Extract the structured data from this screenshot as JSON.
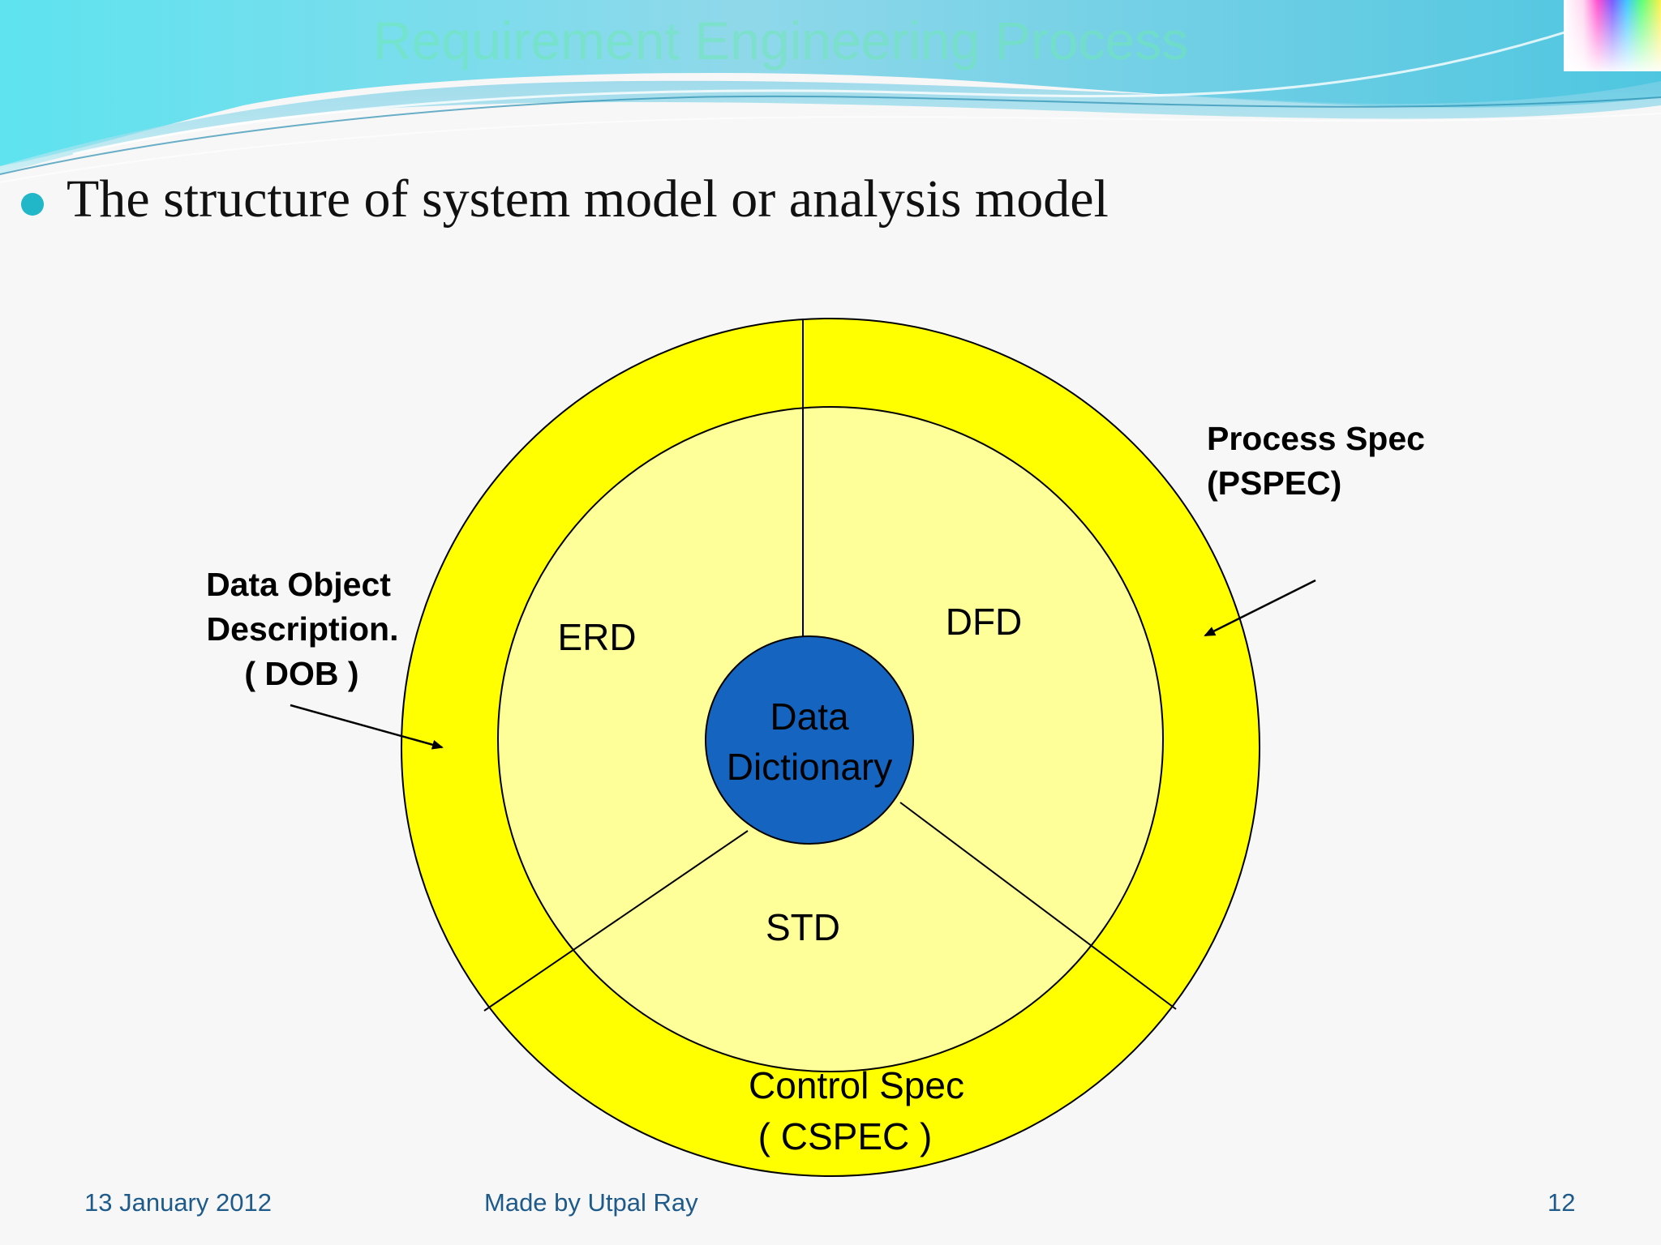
{
  "slide": {
    "title": "Requirement Engineering Process",
    "bullet": "The structure of system model or analysis model"
  },
  "diagram": {
    "center": [
      "Data",
      "Dictionary"
    ],
    "inner": {
      "erd": "ERD",
      "dfd": "DFD",
      "std": "STD"
    },
    "outer": {
      "cspec": [
        "Control Spec",
        "( CSPEC )"
      ]
    },
    "callouts": {
      "dob": [
        "Data Object",
        "Description.",
        "( DOB )"
      ],
      "pspec": [
        "Process Spec",
        "(PSPEC)"
      ]
    },
    "colors": {
      "outer_ring": "#ffff00",
      "inner_disk": "#ffff99",
      "center": "#1565c0"
    }
  },
  "footer": {
    "date": "13 January 2012",
    "author": "Made by Utpal Ray",
    "page": "12"
  }
}
